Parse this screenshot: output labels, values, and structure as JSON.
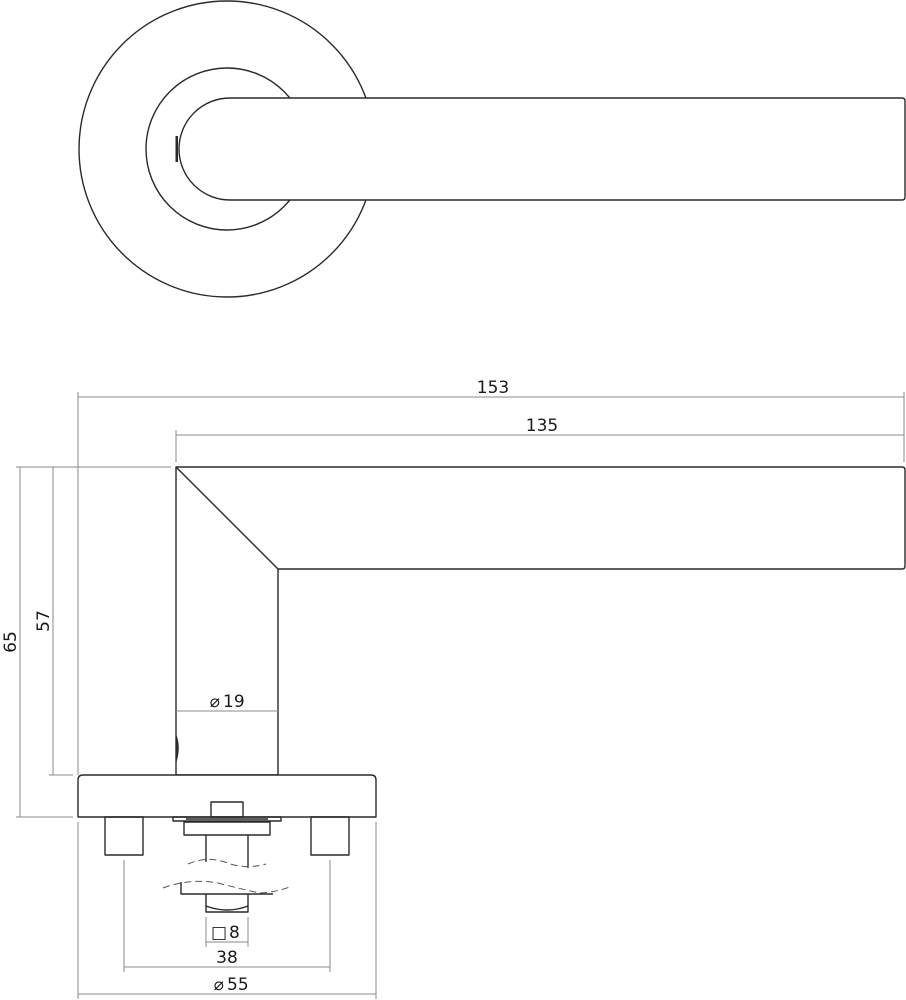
{
  "drawing": {
    "title": "Door lever handle on round rosette - technical drawing",
    "views": [
      "top-view",
      "side-view"
    ],
    "line_color": "#2a2a2a",
    "dimension_color": "#8a8a8a",
    "units": "mm"
  },
  "dimensions": {
    "overall_length": {
      "label": "153",
      "value": 153
    },
    "lever_length": {
      "label": "135",
      "value": 135
    },
    "overall_height": {
      "label": "65",
      "value": 65
    },
    "lever_height": {
      "label": "57",
      "value": 57
    },
    "stem_diameter": {
      "symbol": "⌀",
      "label": "19",
      "value": 19
    },
    "spindle_square": {
      "symbol": "□",
      "label": "8",
      "value": 8
    },
    "post_spacing": {
      "label": "38",
      "value": 38
    },
    "rosette_diameter": {
      "symbol": "⌀",
      "label": "55",
      "value": 55
    }
  }
}
